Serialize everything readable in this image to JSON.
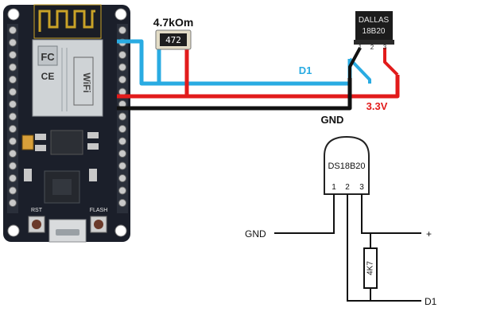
{
  "resistor": {
    "label": "4.7kOm",
    "marking": "472"
  },
  "sensor_top": {
    "brand": "DALLAS",
    "part": "18B20",
    "pins": [
      "1",
      "2",
      "3"
    ]
  },
  "wires": {
    "d1": "D1",
    "gnd": "GND",
    "v33": "3.3V"
  },
  "schematic": {
    "part": "DS18B20",
    "pins": [
      "1",
      "2",
      "3"
    ],
    "gnd": "GND",
    "plus": "+",
    "d1": "D1",
    "resistor": "4K7"
  },
  "board": {
    "wifi_label": "WiFi",
    "fc_label": "FC",
    "ce_label": "CE",
    "rst_label": "RST",
    "flash_label": "FLASH"
  },
  "colors": {
    "d1_wire": "#29abe2",
    "v33_wire": "#e21b1b",
    "gnd_wire": "#111111",
    "v33_text": "#e21b1b",
    "d1_text": "#29abe2",
    "board": "#1b1f2a"
  }
}
